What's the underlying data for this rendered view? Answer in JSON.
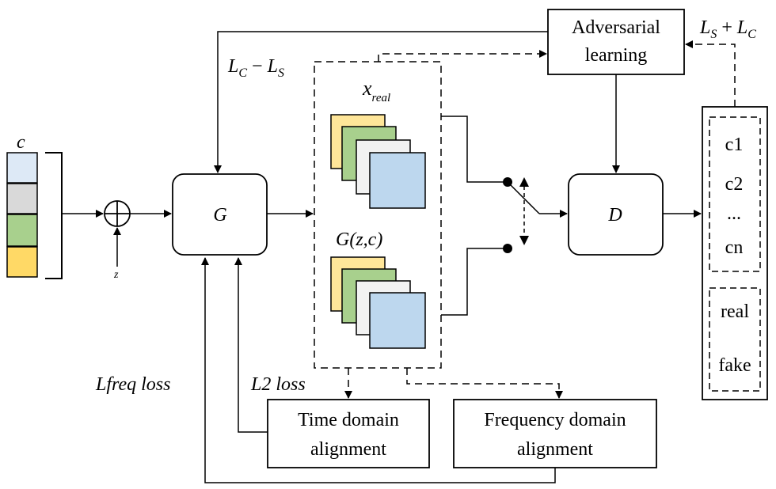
{
  "nodes": {
    "adversarial_learning": {
      "line1": "Adversarial",
      "line2": "learning"
    },
    "generator": {
      "label": "G"
    },
    "discriminator": {
      "label": "D"
    },
    "time_alignment": {
      "line1": "Time domain",
      "line2": "alignment"
    },
    "freq_alignment": {
      "line1": "Frequency domain",
      "line2": "alignment"
    },
    "real_sample": {
      "var": "x",
      "sub": "real"
    },
    "generated_sample": {
      "label": "G(z,c)"
    },
    "condition": {
      "label": "c",
      "colors": [
        "#dde9f6",
        "#d9d9d9",
        "#a8d08d",
        "#ffd966"
      ]
    },
    "noise": {
      "label": "z"
    },
    "classes": [
      "c1",
      "c2",
      "...",
      "cn"
    ],
    "authenticity": [
      "real",
      "fake"
    ]
  },
  "labels": {
    "lc_minus_ls": {
      "a": "L",
      "a_sub": "C",
      "op": " − ",
      "b": "L",
      "b_sub": "S"
    },
    "ls_plus_lc": {
      "a": "L",
      "a_sub": "S",
      "op": " + ",
      "b": "L",
      "b_sub": "C"
    },
    "lfreq_loss": "Lfreq loss",
    "l2_loss": "L2 loss"
  },
  "colors": {
    "stack": [
      "#ffe699",
      "#a8d08d",
      "#f2f2f2",
      "#bdd7ee"
    ],
    "stroke": "#000000"
  }
}
